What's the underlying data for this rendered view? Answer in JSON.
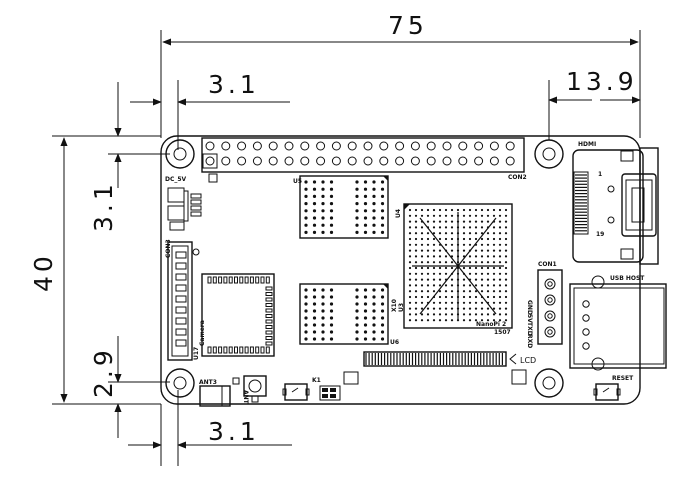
{
  "dimensions": {
    "width": "75",
    "hole_offset_top": "3.1",
    "hdmi_offset": "13.9",
    "height": "40",
    "hole_offset_left": "3.1",
    "bottom_offset": "2.9",
    "hole_offset_bottom": "3.1"
  },
  "labels": {
    "dc_5v": "DC_5V",
    "u5": "U5",
    "con2": "CON2",
    "hdmi": "HDMI",
    "u4": "U4",
    "con3": "CON3",
    "con1": "CON1",
    "camera": "Camera",
    "u17": "U17",
    "u6": "U6",
    "x10": "X10",
    "u3": "U3",
    "nanopi": "NanoPi 2",
    "board_rev": "1507",
    "gnd": "GND",
    "v5": "5V",
    "txd": "TXD",
    "rxd": "RXD",
    "usb_host": "USB HOST",
    "lcd": "LCD",
    "reset": "RESET",
    "ant3": "ANT3",
    "ant": "ANT",
    "k1": "K1",
    "pin1": "1",
    "pin19": "19"
  }
}
